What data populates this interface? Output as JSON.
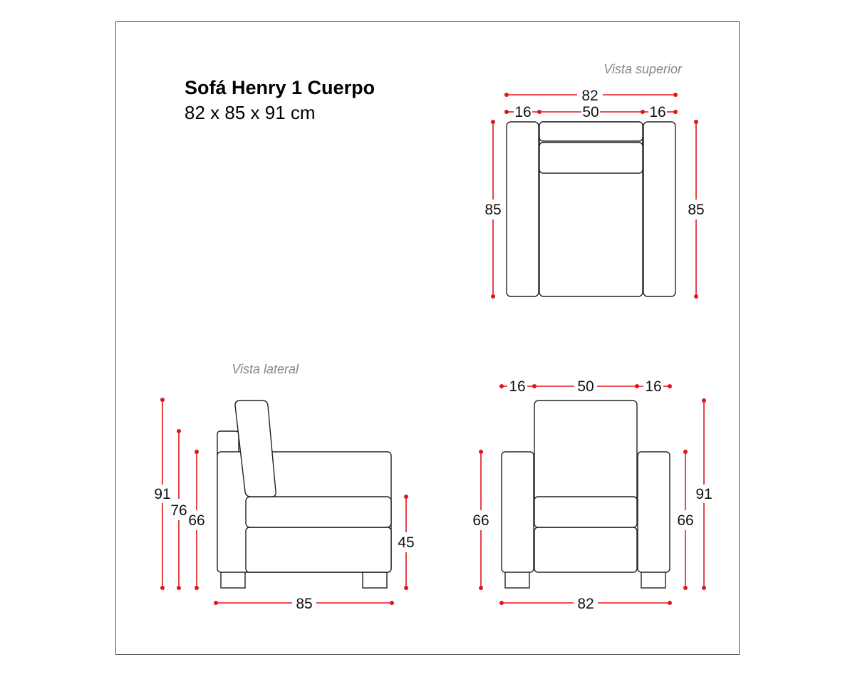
{
  "header": {
    "title": "Sofá Henry 1 Cuerpo",
    "dimensions": "82 x 85 x 91 cm"
  },
  "views": {
    "top": "Vista superior",
    "side": "Vista lateral"
  },
  "measurements": {
    "top_width": "82",
    "top_arm_left": "16",
    "top_seat": "50",
    "top_arm_right": "16",
    "top_depth_left": "85",
    "top_depth_right": "85",
    "side_total_height": "91",
    "side_back_height": "76",
    "side_arm_height": "66",
    "side_seat_height": "45",
    "side_depth": "85",
    "front_arm_left": "16",
    "front_seat": "50",
    "front_arm_right": "16",
    "front_arm_height_left": "66",
    "front_arm_height_right": "66",
    "front_total_height": "91",
    "front_width": "82"
  },
  "colors": {
    "dimension_line": "#e0161b",
    "outline": "#222222",
    "view_label": "#888888"
  }
}
